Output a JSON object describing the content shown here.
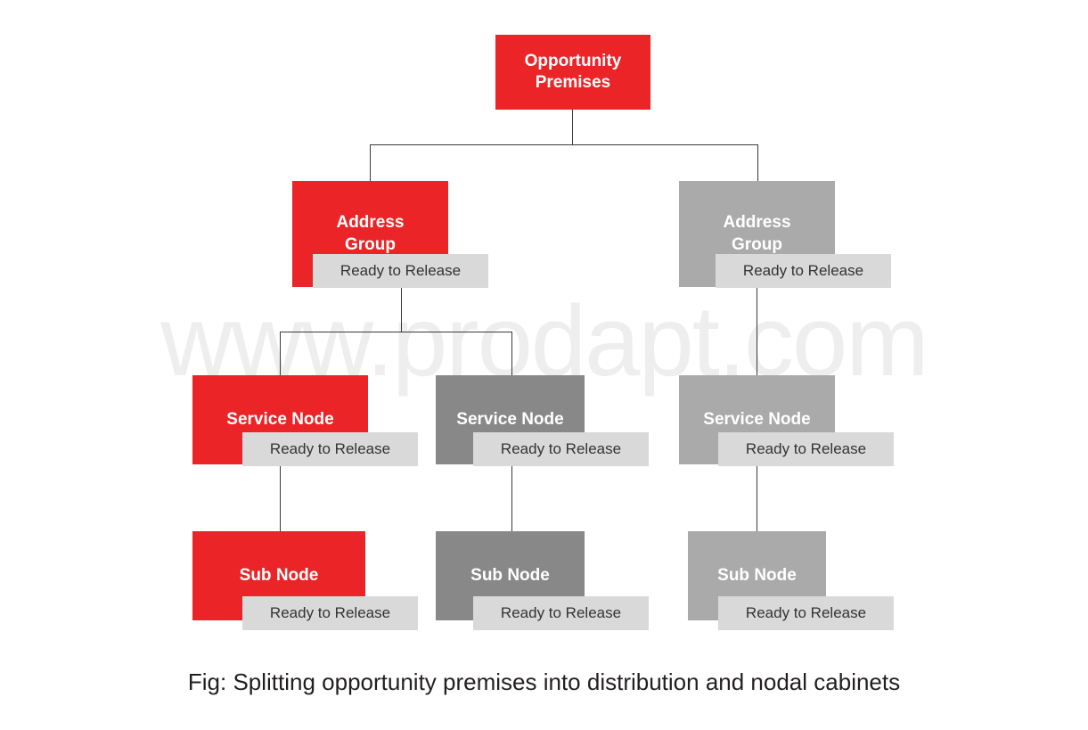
{
  "watermark": {
    "text": "www.prodapt.com"
  },
  "caption": {
    "text": "Fig: Splitting opportunity premises into distribution and nodal cabinets"
  },
  "colors": {
    "red": "#ea2427",
    "gray": "#aaaaaa",
    "dark_gray": "#888888",
    "badge_bg": "#d9d9d9",
    "badge_text": "#333333",
    "line": "#3a3a3a",
    "watermark": "#eeeeee",
    "background": "#ffffff"
  },
  "diagram": {
    "type": "tree",
    "root": {
      "id": "opportunity-premises",
      "label_line1": "Opportunity",
      "label_line2": "Premises",
      "color": "red",
      "status": null
    },
    "levels": [
      {
        "name": "address-group-level",
        "nodes": [
          {
            "id": "address-group-1",
            "label_line1": "Address",
            "label_line2": "Group",
            "color": "red",
            "status": "Ready to Release"
          },
          {
            "id": "address-group-2",
            "label_line1": "Address",
            "label_line2": "Group",
            "color": "gray",
            "status": "Ready to Release"
          }
        ]
      },
      {
        "name": "service-node-level",
        "nodes": [
          {
            "id": "service-node-1",
            "label_line1": "Service Node",
            "label_line2": "",
            "color": "red",
            "status": "Ready to Release"
          },
          {
            "id": "service-node-2",
            "label_line1": "Service Node",
            "label_line2": "",
            "color": "dark_gray",
            "status": "Ready to Release"
          },
          {
            "id": "service-node-3",
            "label_line1": "Service Node",
            "label_line2": "",
            "color": "gray",
            "status": "Ready to Release"
          }
        ]
      },
      {
        "name": "sub-node-level",
        "nodes": [
          {
            "id": "sub-node-1",
            "label_line1": "Sub Node",
            "label_line2": "",
            "color": "red",
            "status": "Ready to Release"
          },
          {
            "id": "sub-node-2",
            "label_line1": "Sub Node",
            "label_line2": "",
            "color": "dark_gray",
            "status": "Ready to Release"
          },
          {
            "id": "sub-node-3",
            "label_line1": "Sub Node",
            "label_line2": "",
            "color": "gray",
            "status": "Ready to Release"
          }
        ]
      }
    ]
  }
}
